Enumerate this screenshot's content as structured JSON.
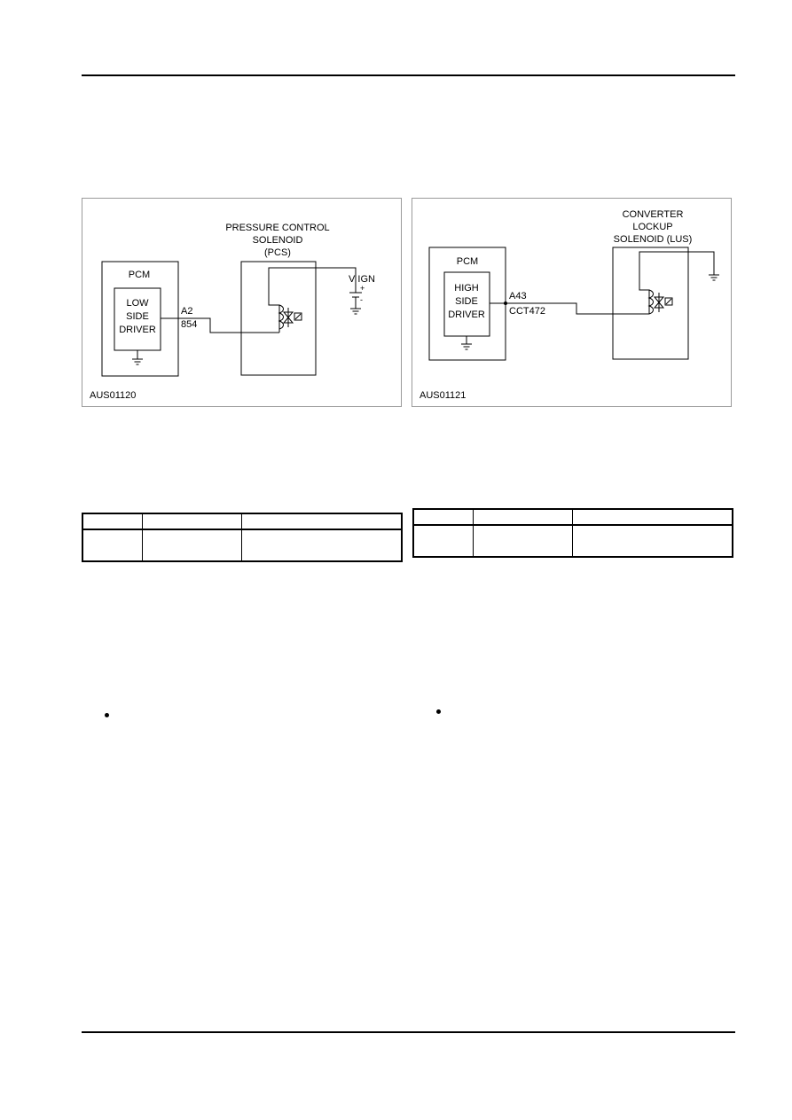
{
  "figures": [
    {
      "id_label": "AUS01120",
      "module": "PCM",
      "driver_lines": [
        "LOW",
        "SIDE",
        "DRIVER"
      ],
      "solenoid_lines": [
        "PRESSURE CONTROL",
        "SOLENOID",
        "(PCS)"
      ],
      "pin": "A2",
      "circuit": "854",
      "supply": "V IGN",
      "supply_plus": "+",
      "supply_minus": "-"
    },
    {
      "id_label": "AUS01121",
      "module": "PCM",
      "driver_lines": [
        "HIGH",
        "SIDE",
        "DRIVER"
      ],
      "solenoid_lines": [
        "CONVERTER",
        "LOCKUP",
        "SOLENOID (LUS)"
      ],
      "pin": "A43",
      "circuit": "CCT472"
    }
  ],
  "tables": [
    {
      "headers": [
        "",
        "",
        ""
      ],
      "rows": [
        [
          "",
          "",
          ""
        ]
      ]
    },
    {
      "headers": [
        "",
        "",
        ""
      ],
      "rows": [
        [
          "",
          "",
          ""
        ]
      ]
    }
  ]
}
